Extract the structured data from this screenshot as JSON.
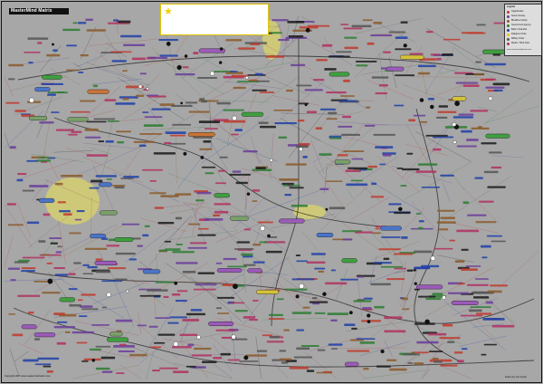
{
  "document": {
    "title": "MasterMind Matrix",
    "footer_left": "Copyright 2007 www.mastermindmatrix.com",
    "footer_right": "Drawn by Jon Frazer"
  },
  "legend": {
    "title": "Legend",
    "items": [
      {
        "label": "Organization",
        "color": "#c0392b"
      },
      {
        "label": "Secret Society",
        "color": "#6a3d9a"
      },
      {
        "label": "Bloodline Family",
        "color": "#8b5a2b"
      },
      {
        "label": "Government Agency",
        "color": "#2e7d32"
      },
      {
        "label": "Bank / Financial",
        "color": "#1f3fa8"
      },
      {
        "label": "Religious Order",
        "color": "#f0c000"
      },
      {
        "label": "Military Order",
        "color": "#555555"
      },
      {
        "label": "Media / Think Tank",
        "color": "#b03060"
      }
    ],
    "url": "www.mastermindmatrix.com"
  },
  "colors": {
    "background": "#a7a7a7",
    "title_bar": "#111111",
    "header_border": "#e2c400"
  }
}
